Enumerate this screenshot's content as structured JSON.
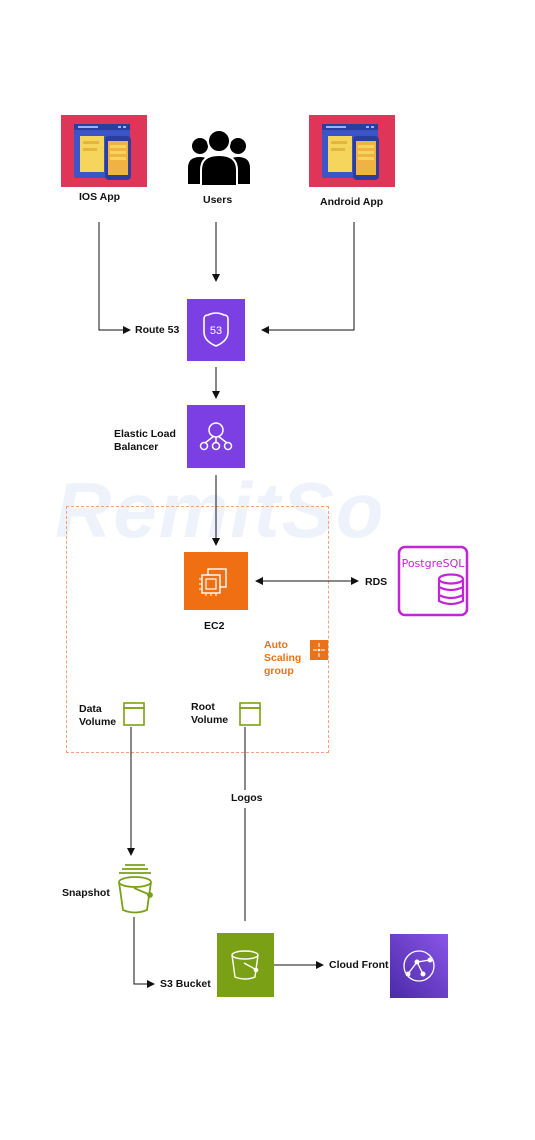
{
  "watermark": "RemitSo",
  "nodes": {
    "ios_app": "IOS App",
    "users": "Users",
    "android_app": "Android App",
    "route53": "Route 53",
    "route53_badge": "53",
    "elb_line1": "Elastic Load",
    "elb_line2": "Balancer",
    "ec2": "EC2",
    "rds": "RDS",
    "postgres": "PostgreSQL",
    "autoscaling_line1": "Auto",
    "autoscaling_line2": "Scaling",
    "autoscaling_line3": "group",
    "data_volume_line1": "Data",
    "data_volume_line2": "Volume",
    "root_volume_line1": "Root",
    "root_volume_line2": "Volume",
    "logos": "Logos",
    "snapshot": "Snapshot",
    "s3_bucket": "S3 Bucket",
    "cloud_front": "Cloud Front"
  },
  "colors": {
    "route53": "#7b3fe4",
    "elb": "#7b3fe4",
    "ec2": "#ef6f12",
    "s3": "#7aa116",
    "cloudfront": "#6b3fcf",
    "app_bg": "#df3558",
    "postgres": "#c026d3",
    "volume": "#7aa116",
    "autoscaling": "#e8731a",
    "boundary": "#f3a27d"
  }
}
